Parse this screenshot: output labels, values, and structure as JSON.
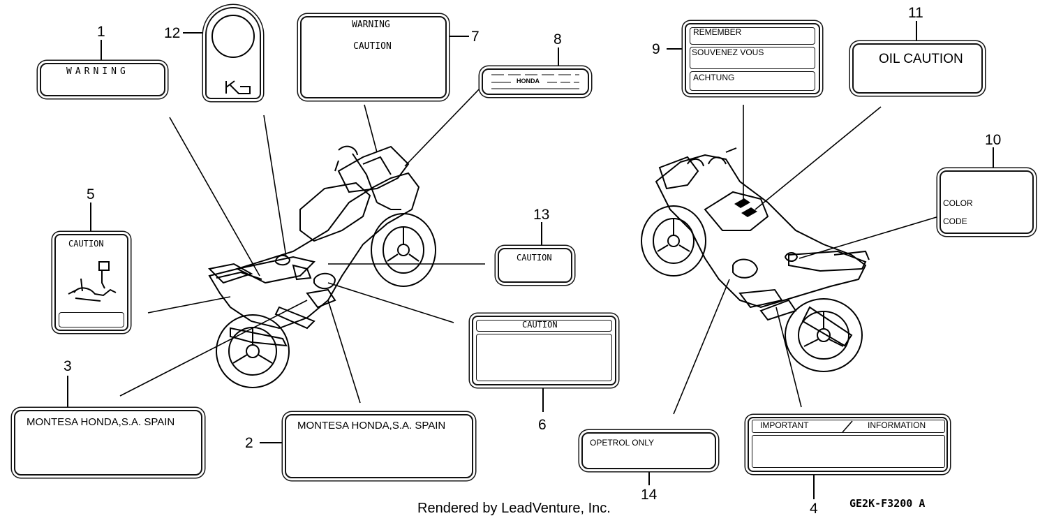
{
  "callouts": {
    "n1": "1",
    "n2": "2",
    "n3": "3",
    "n4": "4",
    "n5": "5",
    "n6": "6",
    "n7": "7",
    "n8": "8",
    "n9": "9",
    "n10": "10",
    "n11": "11",
    "n12": "12",
    "n13": "13",
    "n14": "14"
  },
  "labels": {
    "l1": {
      "text": "WARNING"
    },
    "l2": {
      "text": "MONTESA HONDA,S.A. SPAIN"
    },
    "l3": {
      "text": "MONTESA HONDA,S.A. SPAIN"
    },
    "l4": {
      "left": "IMPORTANT",
      "right": "INFORMATION"
    },
    "l5": {
      "text": "CAUTION"
    },
    "l6": {
      "text": "CAUTION"
    },
    "l7": {
      "line1": "WARNING",
      "line2": "CAUTION"
    },
    "l8": {
      "text": "HONDA"
    },
    "l9": {
      "line1": "REMEMBER",
      "line2": "SOUVENEZ VOUS",
      "line3": "ACHTUNG"
    },
    "l10": {
      "line1": "COLOR",
      "line2": "CODE"
    },
    "l11": {
      "text": "OIL CAUTION"
    },
    "l13": {
      "text": "CAUTION"
    },
    "l14": {
      "text": "OPETROL ONLY"
    }
  },
  "footer": {
    "credit": "Rendered by LeadVenture, Inc.",
    "code": "GE2K-F3200 A"
  }
}
